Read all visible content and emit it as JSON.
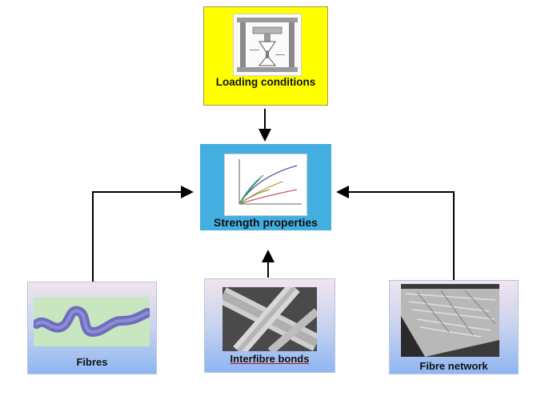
{
  "nodes": {
    "loading": "Loading conditions",
    "strength": "Strength properties",
    "fibres": "Fibres",
    "bonds": "Interfibre bonds",
    "network": "Fibre network"
  },
  "colors": {
    "loading_bg": "#ffff00",
    "strength_bg": "#43aee0",
    "arrow": "#000000"
  },
  "icons": [
    "loading-frame-picture",
    "stress-strain-chart",
    "fibre-picture",
    "interfibre-bond-micrograph",
    "fibre-network-micrograph"
  ]
}
